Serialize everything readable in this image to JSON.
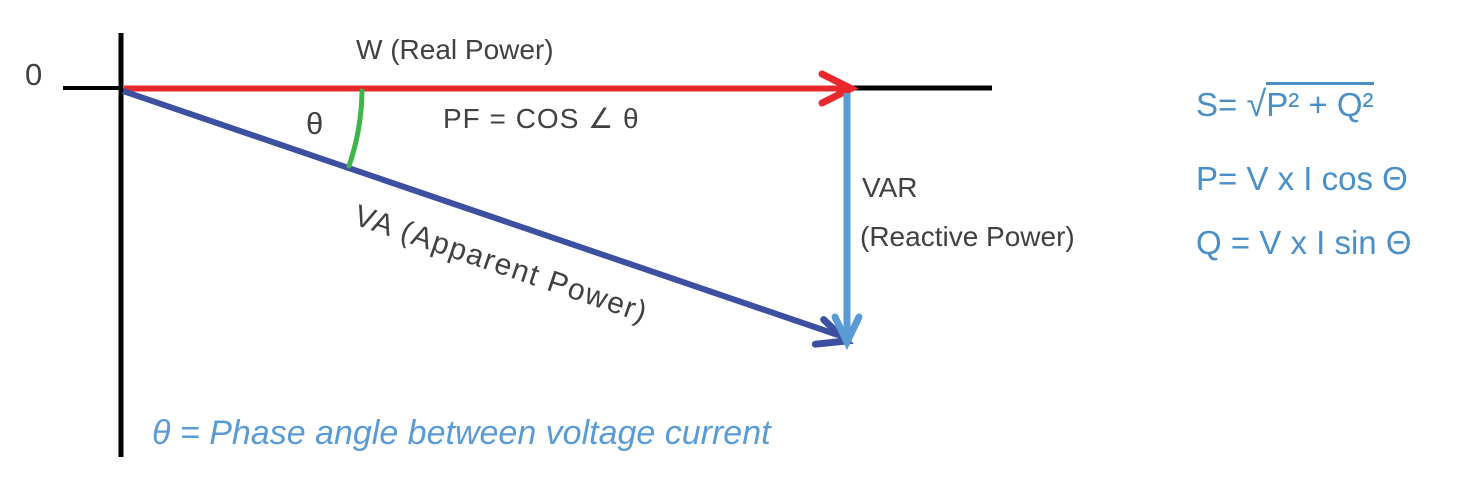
{
  "diagram": {
    "origin_label": "0",
    "real_power_label": "W (Real Power)",
    "pf_label": "PF = COS ∠ θ",
    "theta_label": "θ",
    "va_label": "VA (Apparent Power)",
    "var_label_line1": "VAR",
    "var_label_line2": "(Reactive Power)",
    "footnote": "θ = Phase angle between voltage current"
  },
  "formulas": {
    "s_lhs": "S=",
    "s_radical": "√",
    "s_expr": "P² + Q²",
    "p": "P= V x I cos Θ",
    "q": "Q = V x I sin Θ"
  },
  "colors": {
    "axis_black": "#000000",
    "label_gray": "#414042",
    "real_power_red": "#e9282d",
    "apparent_power_blue": "#3c4fa1",
    "reactive_power_blue": "#5b9bd5",
    "angle_arc_green": "#3db54a",
    "formula_blue": "#4a8fc7"
  }
}
